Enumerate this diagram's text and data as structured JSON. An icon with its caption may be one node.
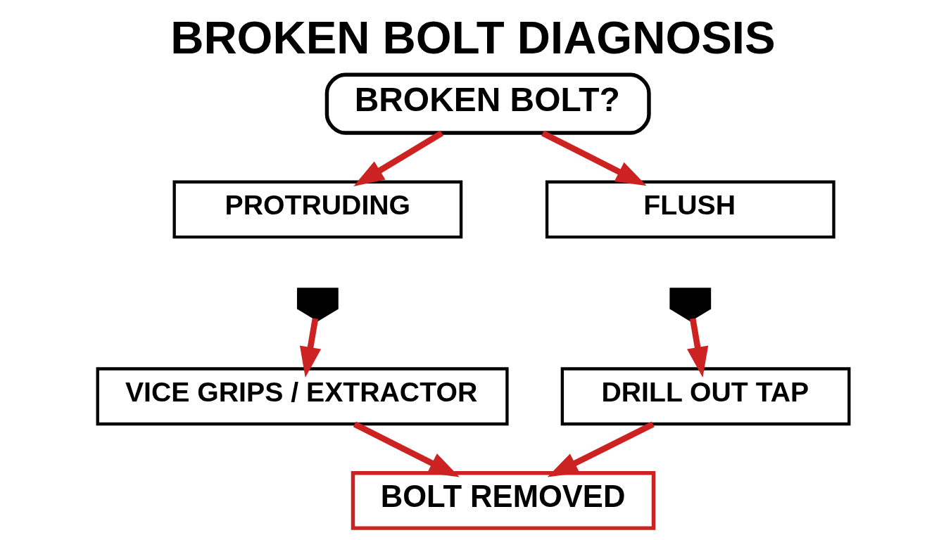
{
  "diagram": {
    "title": "BROKEN BOLT DIAGNOSIS",
    "nodes": [
      {
        "text": [
          "BROKEN BOLT?"
        ]
      },
      {
        "text": [
          "PROTRUDING"
        ]
      },
      {
        "text": [
          "FLUSH"
        ]
      },
      {
        "text": [],
        "shape": "bolt"
      },
      {
        "text": [],
        "shape": "bolt"
      },
      {
        "text": [
          "VICE GRIPS / EXTRACTOR"
        ]
      },
      {
        "text": [
          "DRILL OUT TAP"
        ]
      },
      {
        "text": [
          "BOLT REMOVED"
        ]
      }
    ],
    "edges": [
      {
        "from": 0,
        "to": 1,
        "arrow": "to"
      },
      {
        "from": 0,
        "to": 2,
        "arrow": "to"
      },
      {
        "from": 3,
        "to": 5,
        "arrow": "to"
      },
      {
        "from": 4,
        "to": 6,
        "arrow": "to"
      },
      {
        "from": 5,
        "to": 7,
        "arrow": "to"
      },
      {
        "from": 6,
        "to": 7,
        "arrow": "to"
      }
    ]
  }
}
